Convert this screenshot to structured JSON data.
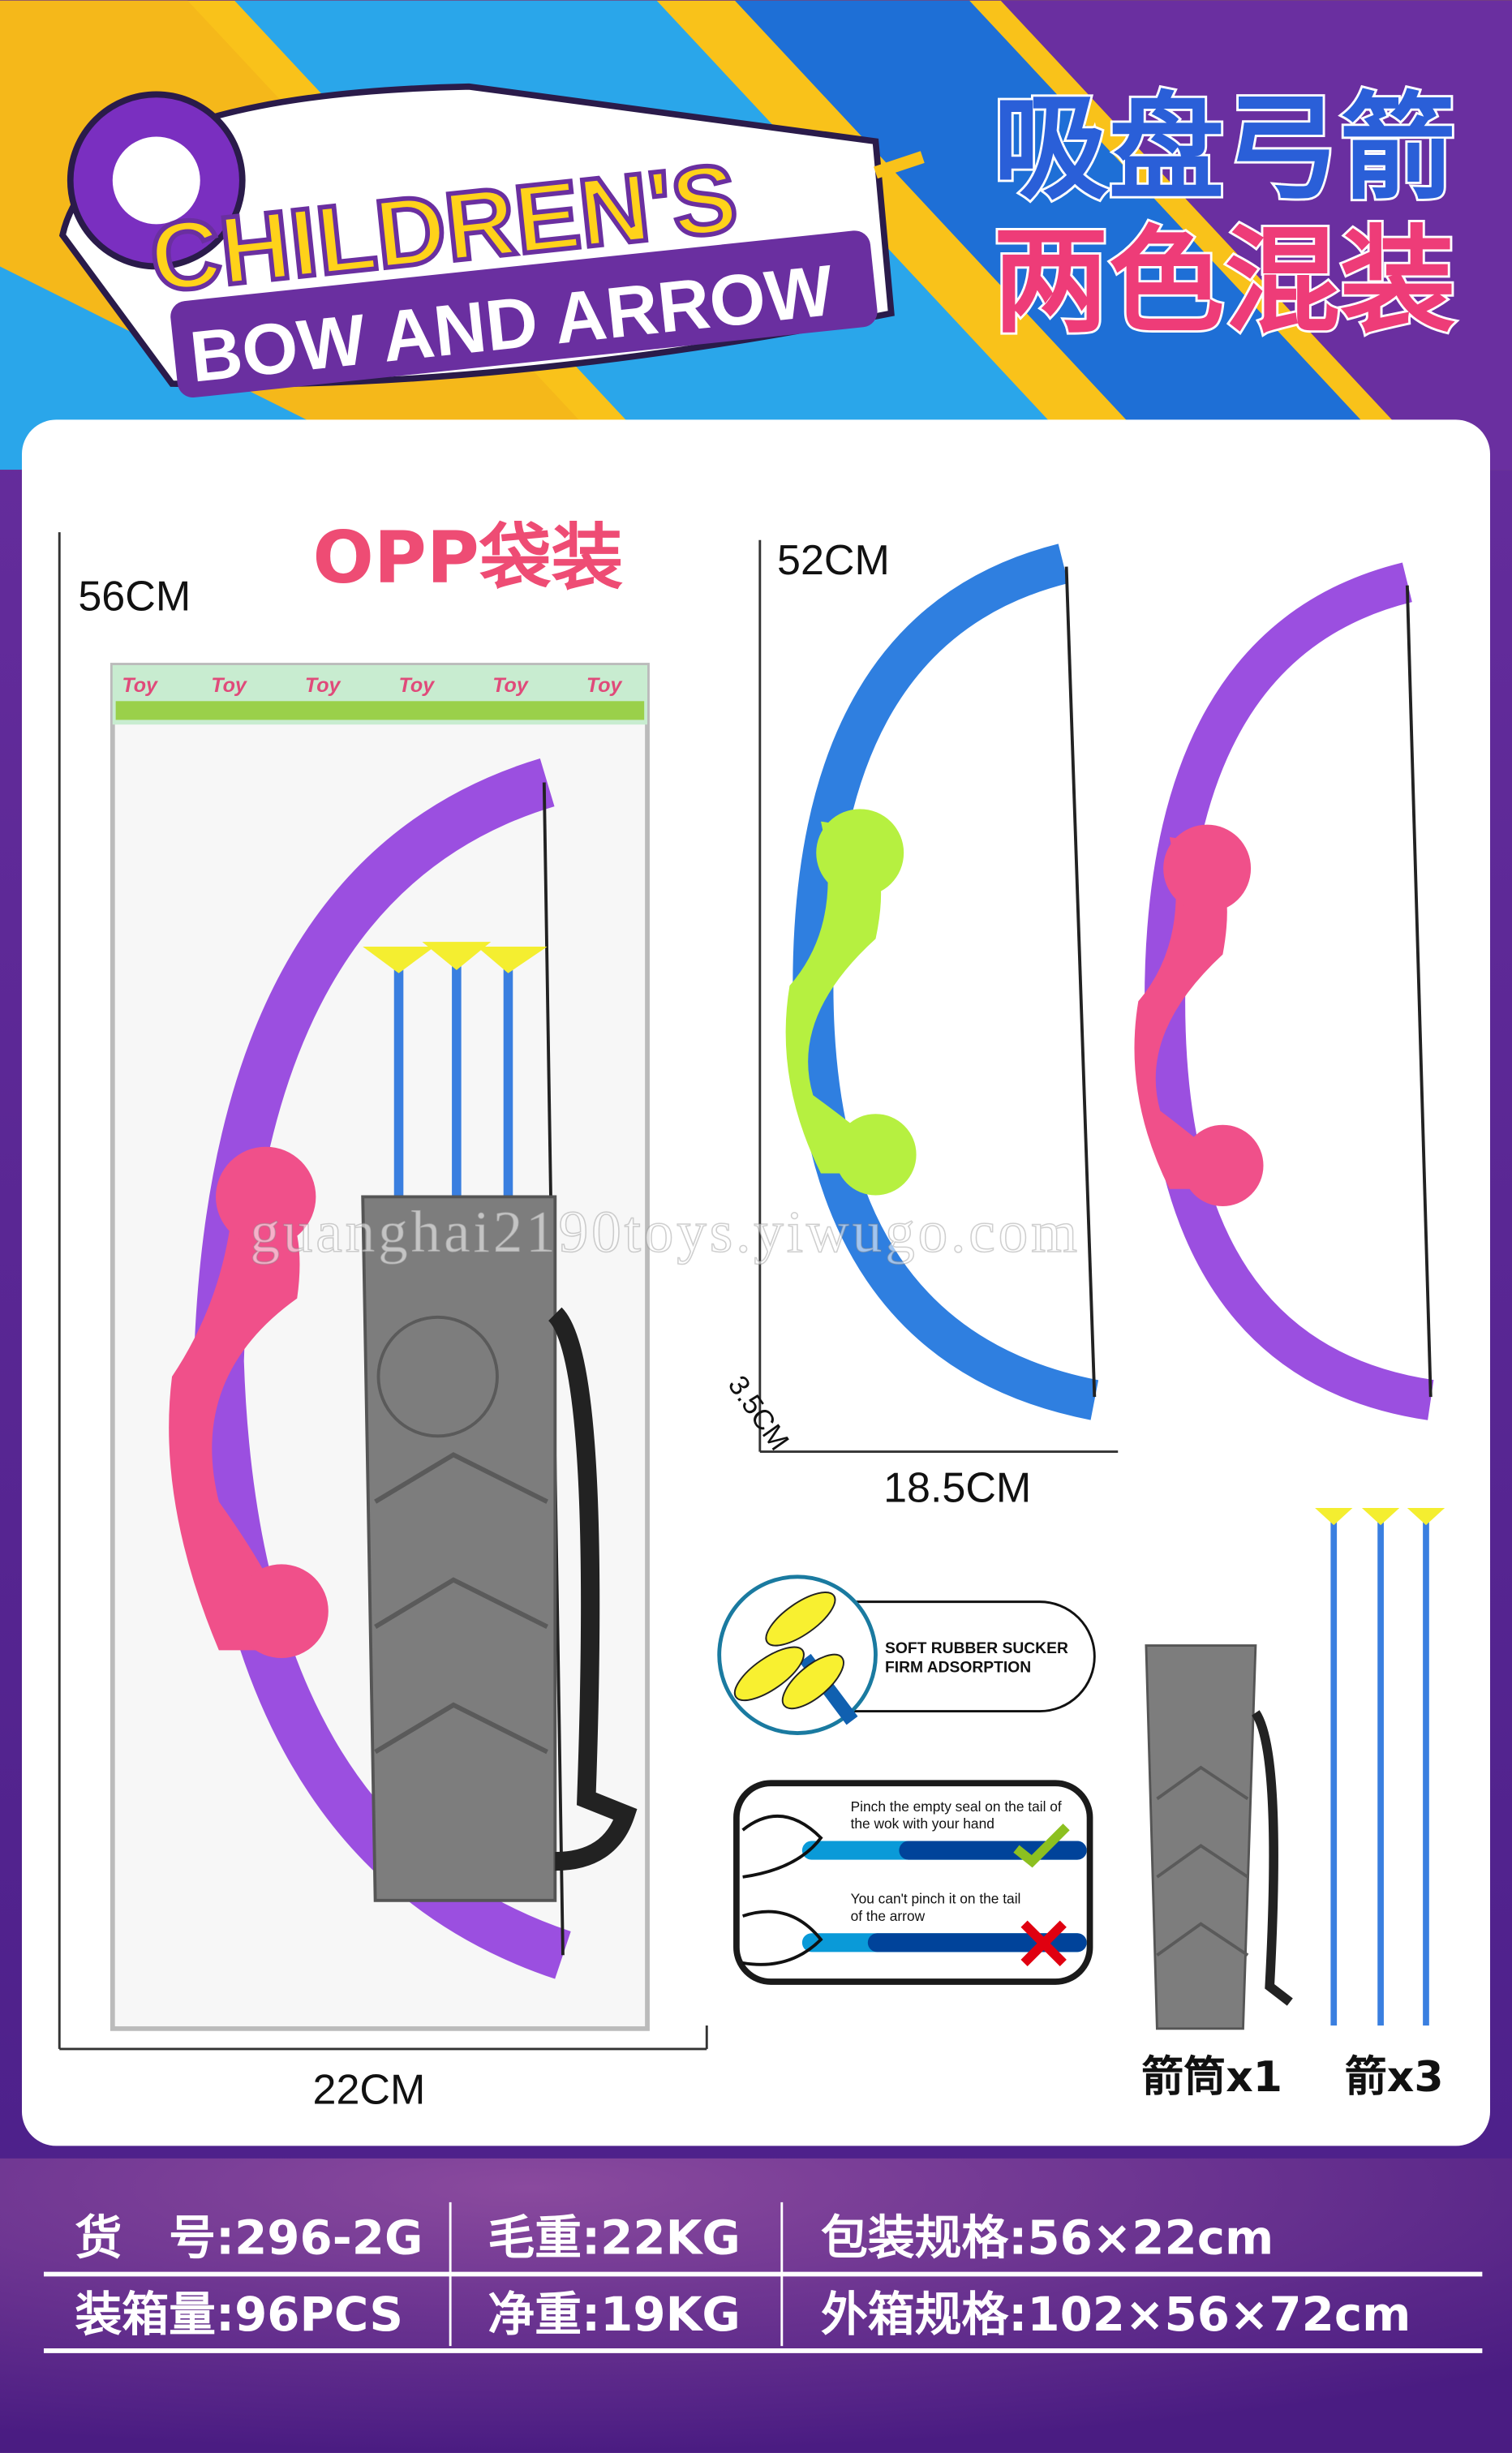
{
  "header": {
    "logo_line1": "CHILDREN'S",
    "logo_line2": "BOW AND ARROW",
    "title_cn_1": "吸盘弓箭",
    "title_cn_2": "两色混装"
  },
  "package": {
    "label": "OPP袋装",
    "height": "56CM",
    "width": "22CM",
    "header_strip_text": "Toy"
  },
  "bows": {
    "height": "52CM",
    "depth": "3.5CM",
    "width": "18.5CM"
  },
  "features": {
    "sucker_line1": "SOFT RUBBER SUCKER",
    "sucker_line2": "FIRM ADSORPTION",
    "correct_line1": "Pinch the empty seal on the tail of",
    "correct_line2": "the wok with your hand",
    "wrong_line1": "You can't pinch it on the tail",
    "wrong_line2": "of the arrow"
  },
  "accessories": {
    "quiver_label": "箭筒x1",
    "arrows_label": "箭x3"
  },
  "watermark": "guanghai2190toys.yiwugo.com",
  "specs": {
    "row1": [
      "货　号:296-2G",
      "毛重:22KG",
      "包装规格:56×22cm"
    ],
    "row2": [
      "装箱量:96PCS",
      "净重:19KG",
      "外箱规格:102×56×72cm"
    ]
  },
  "colors": {
    "purple": "#9b4fe0",
    "pink": "#f0508a",
    "blue": "#2f7fe0",
    "lime": "#b6f040",
    "gray": "#7d7d7d",
    "title_blue": "#2a5fd8",
    "title_pink": "#ee3c78"
  }
}
